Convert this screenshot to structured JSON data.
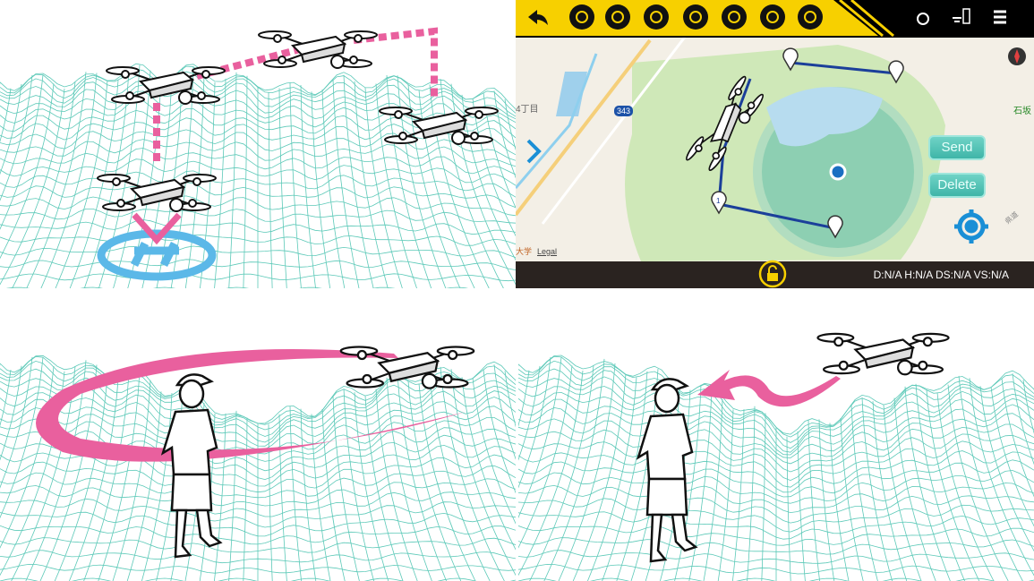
{
  "app": {
    "toolbar": {
      "icons": [
        "back-arrow-icon",
        "gamepad-icon",
        "orbit-icon",
        "vr-icon",
        "film-reel-icon",
        "altitude-icon",
        "waypoint-route-icon",
        "gps-send-icon"
      ],
      "right_icons": [
        "calibrate-icon",
        "drone-phone-icon",
        "menu-icon"
      ],
      "accent": "#f7d000"
    },
    "map": {
      "labels": {
        "district": "4丁目",
        "route": "343",
        "place": "石坂",
        "univ": "大学",
        "legal": "Legal",
        "road": "県道"
      },
      "send_label": "Send",
      "delete_label": "Delete",
      "waypoint_number": "1"
    },
    "status": {
      "readout": "D:N/A H:N/A DS:N/A VS:N/A"
    }
  },
  "colors": {
    "pink": "#e9609e",
    "terrain": "#5cc9b8",
    "helipad": "#5bb8e8"
  }
}
